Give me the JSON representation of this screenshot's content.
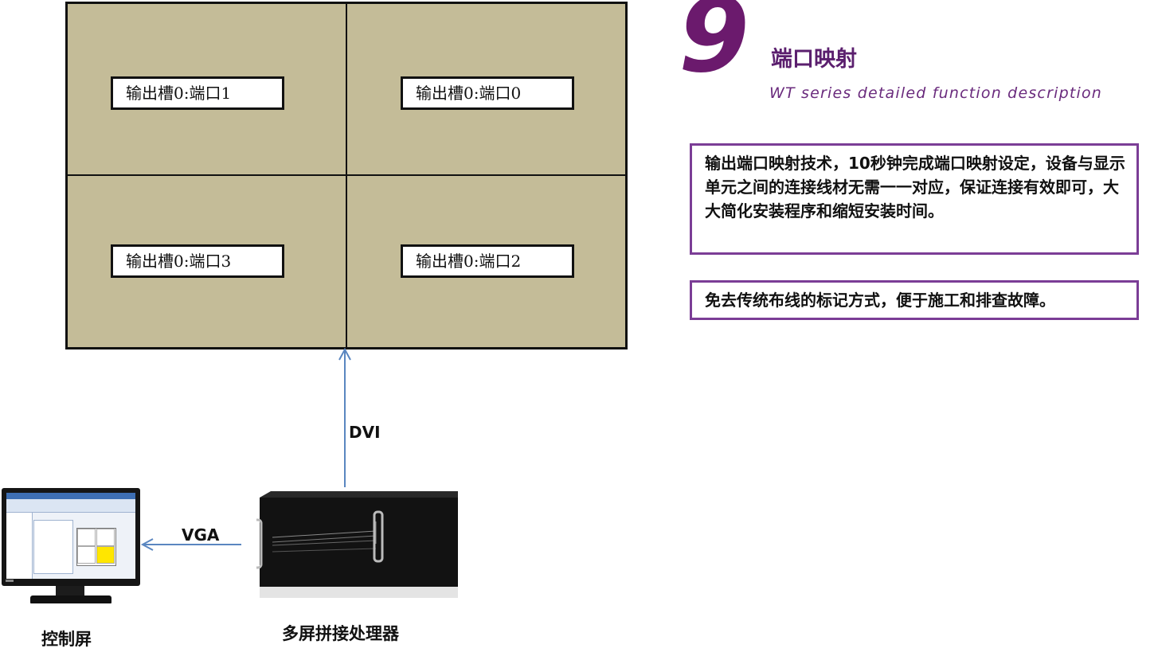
{
  "wall": {
    "slots": [
      "输出槽0:端口1",
      "输出槽0:端口0",
      "输出槽0:端口3",
      "输出槽0:端口2"
    ]
  },
  "header": {
    "number": "9",
    "title": "端口映射",
    "subtitle": "WT series detailed function description"
  },
  "descriptions": [
    "输出端口映射技术，10秒钟完成端口映射设定，设备与显示单元之间的连接线材无需一一对应，保证连接有效即可，大大简化安装程序和缩短安装时间。",
    "免去传统布线的标记方式，便于施工和排查故障。"
  ],
  "connections": {
    "dvi_label": "DVI",
    "vga_label": "VGA"
  },
  "devices": {
    "control_screen": "控制屏",
    "processor": "多屏拼接处理器"
  },
  "colors": {
    "wall": "#c4bc98",
    "accent_purple": "#7b3d96",
    "arrow_blue": "#5a86c0",
    "highlight_cell": "#ffe600"
  }
}
